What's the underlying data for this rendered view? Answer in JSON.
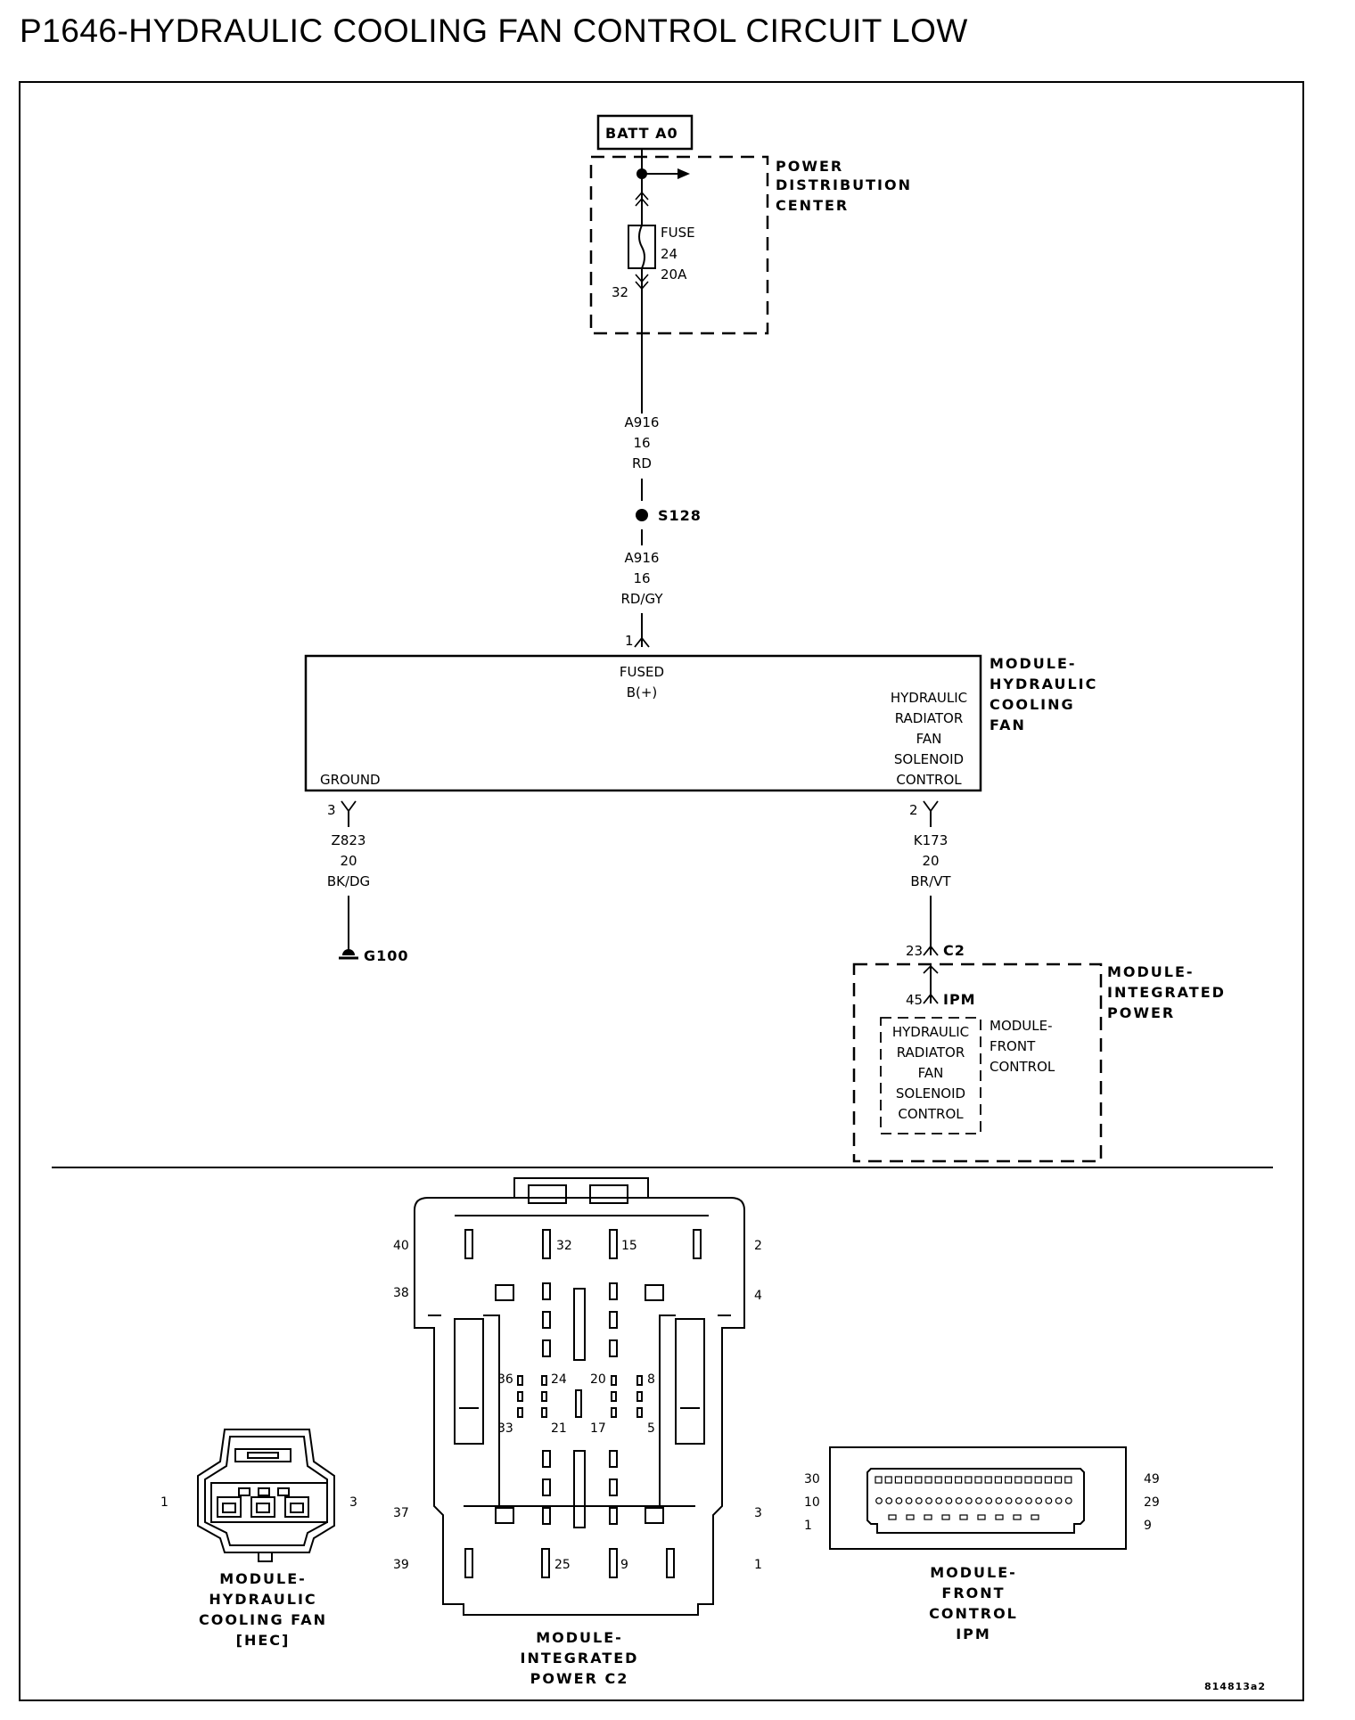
{
  "title": "P1646-HYDRAULIC COOLING FAN CONTROL CIRCUIT LOW",
  "batt": "BATT A0",
  "pdc": {
    "label_lines": [
      "POWER",
      "DISTRIBUTION",
      "CENTER"
    ],
    "fuse_lines": [
      "FUSE",
      "24",
      "20A"
    ],
    "cavity": "32"
  },
  "wire_top": {
    "circuit": "A916",
    "gauge": "16",
    "color": "RD"
  },
  "splice": "S128",
  "wire_mid": {
    "circuit": "A916",
    "gauge": "16",
    "color": "RD/GY"
  },
  "hcf_module": {
    "label_lines": [
      "MODULE-",
      "HYDRAULIC",
      "COOLING",
      "FAN"
    ],
    "pin_fused": "1",
    "fused_lines": [
      "FUSED",
      "B(+)"
    ],
    "control_lines": [
      "HYDRAULIC",
      "RADIATOR",
      "FAN",
      "SOLENOID",
      "CONTROL"
    ],
    "ground_label": "GROUND",
    "pin_ground": "3",
    "pin_control": "2"
  },
  "wire_ground": {
    "circuit": "Z823",
    "gauge": "20",
    "color": "BK/DG"
  },
  "ground_point": "G100",
  "wire_control": {
    "circuit": "K173",
    "gauge": "20",
    "color": "BR/VT"
  },
  "ipm": {
    "c2_pin": "23",
    "c2_label": "C2",
    "ipm_pin": "45",
    "ipm_label": "IPM",
    "label_lines": [
      "MODULE-",
      "INTEGRATED",
      "POWER"
    ],
    "fcm_label_lines": [
      "MODULE-",
      "FRONT",
      "CONTROL"
    ],
    "inner_lines": [
      "HYDRAULIC",
      "RADIATOR",
      "FAN",
      "SOLENOID",
      "CONTROL"
    ]
  },
  "connectors": {
    "hcf": {
      "label_lines": [
        "MODULE-",
        "HYDRAULIC",
        "COOLING FAN",
        "[HEC]"
      ],
      "pin_left": "1",
      "pin_right": "3"
    },
    "c2": {
      "label_lines": [
        "MODULE-",
        "INTEGRATED",
        "POWER C2"
      ],
      "pins": [
        "40",
        "32",
        "15",
        "2",
        "38",
        "4",
        "36",
        "24",
        "20",
        "8",
        "33",
        "21",
        "17",
        "5",
        "37",
        "3",
        "39",
        "25",
        "9",
        "1"
      ]
    },
    "fcm": {
      "label_lines": [
        "MODULE-",
        "FRONT",
        "CONTROL",
        "IPM"
      ],
      "pins_left": [
        "30",
        "10",
        "1"
      ],
      "pins_right": [
        "49",
        "29",
        "9"
      ]
    }
  },
  "figure_id": "814813a2"
}
